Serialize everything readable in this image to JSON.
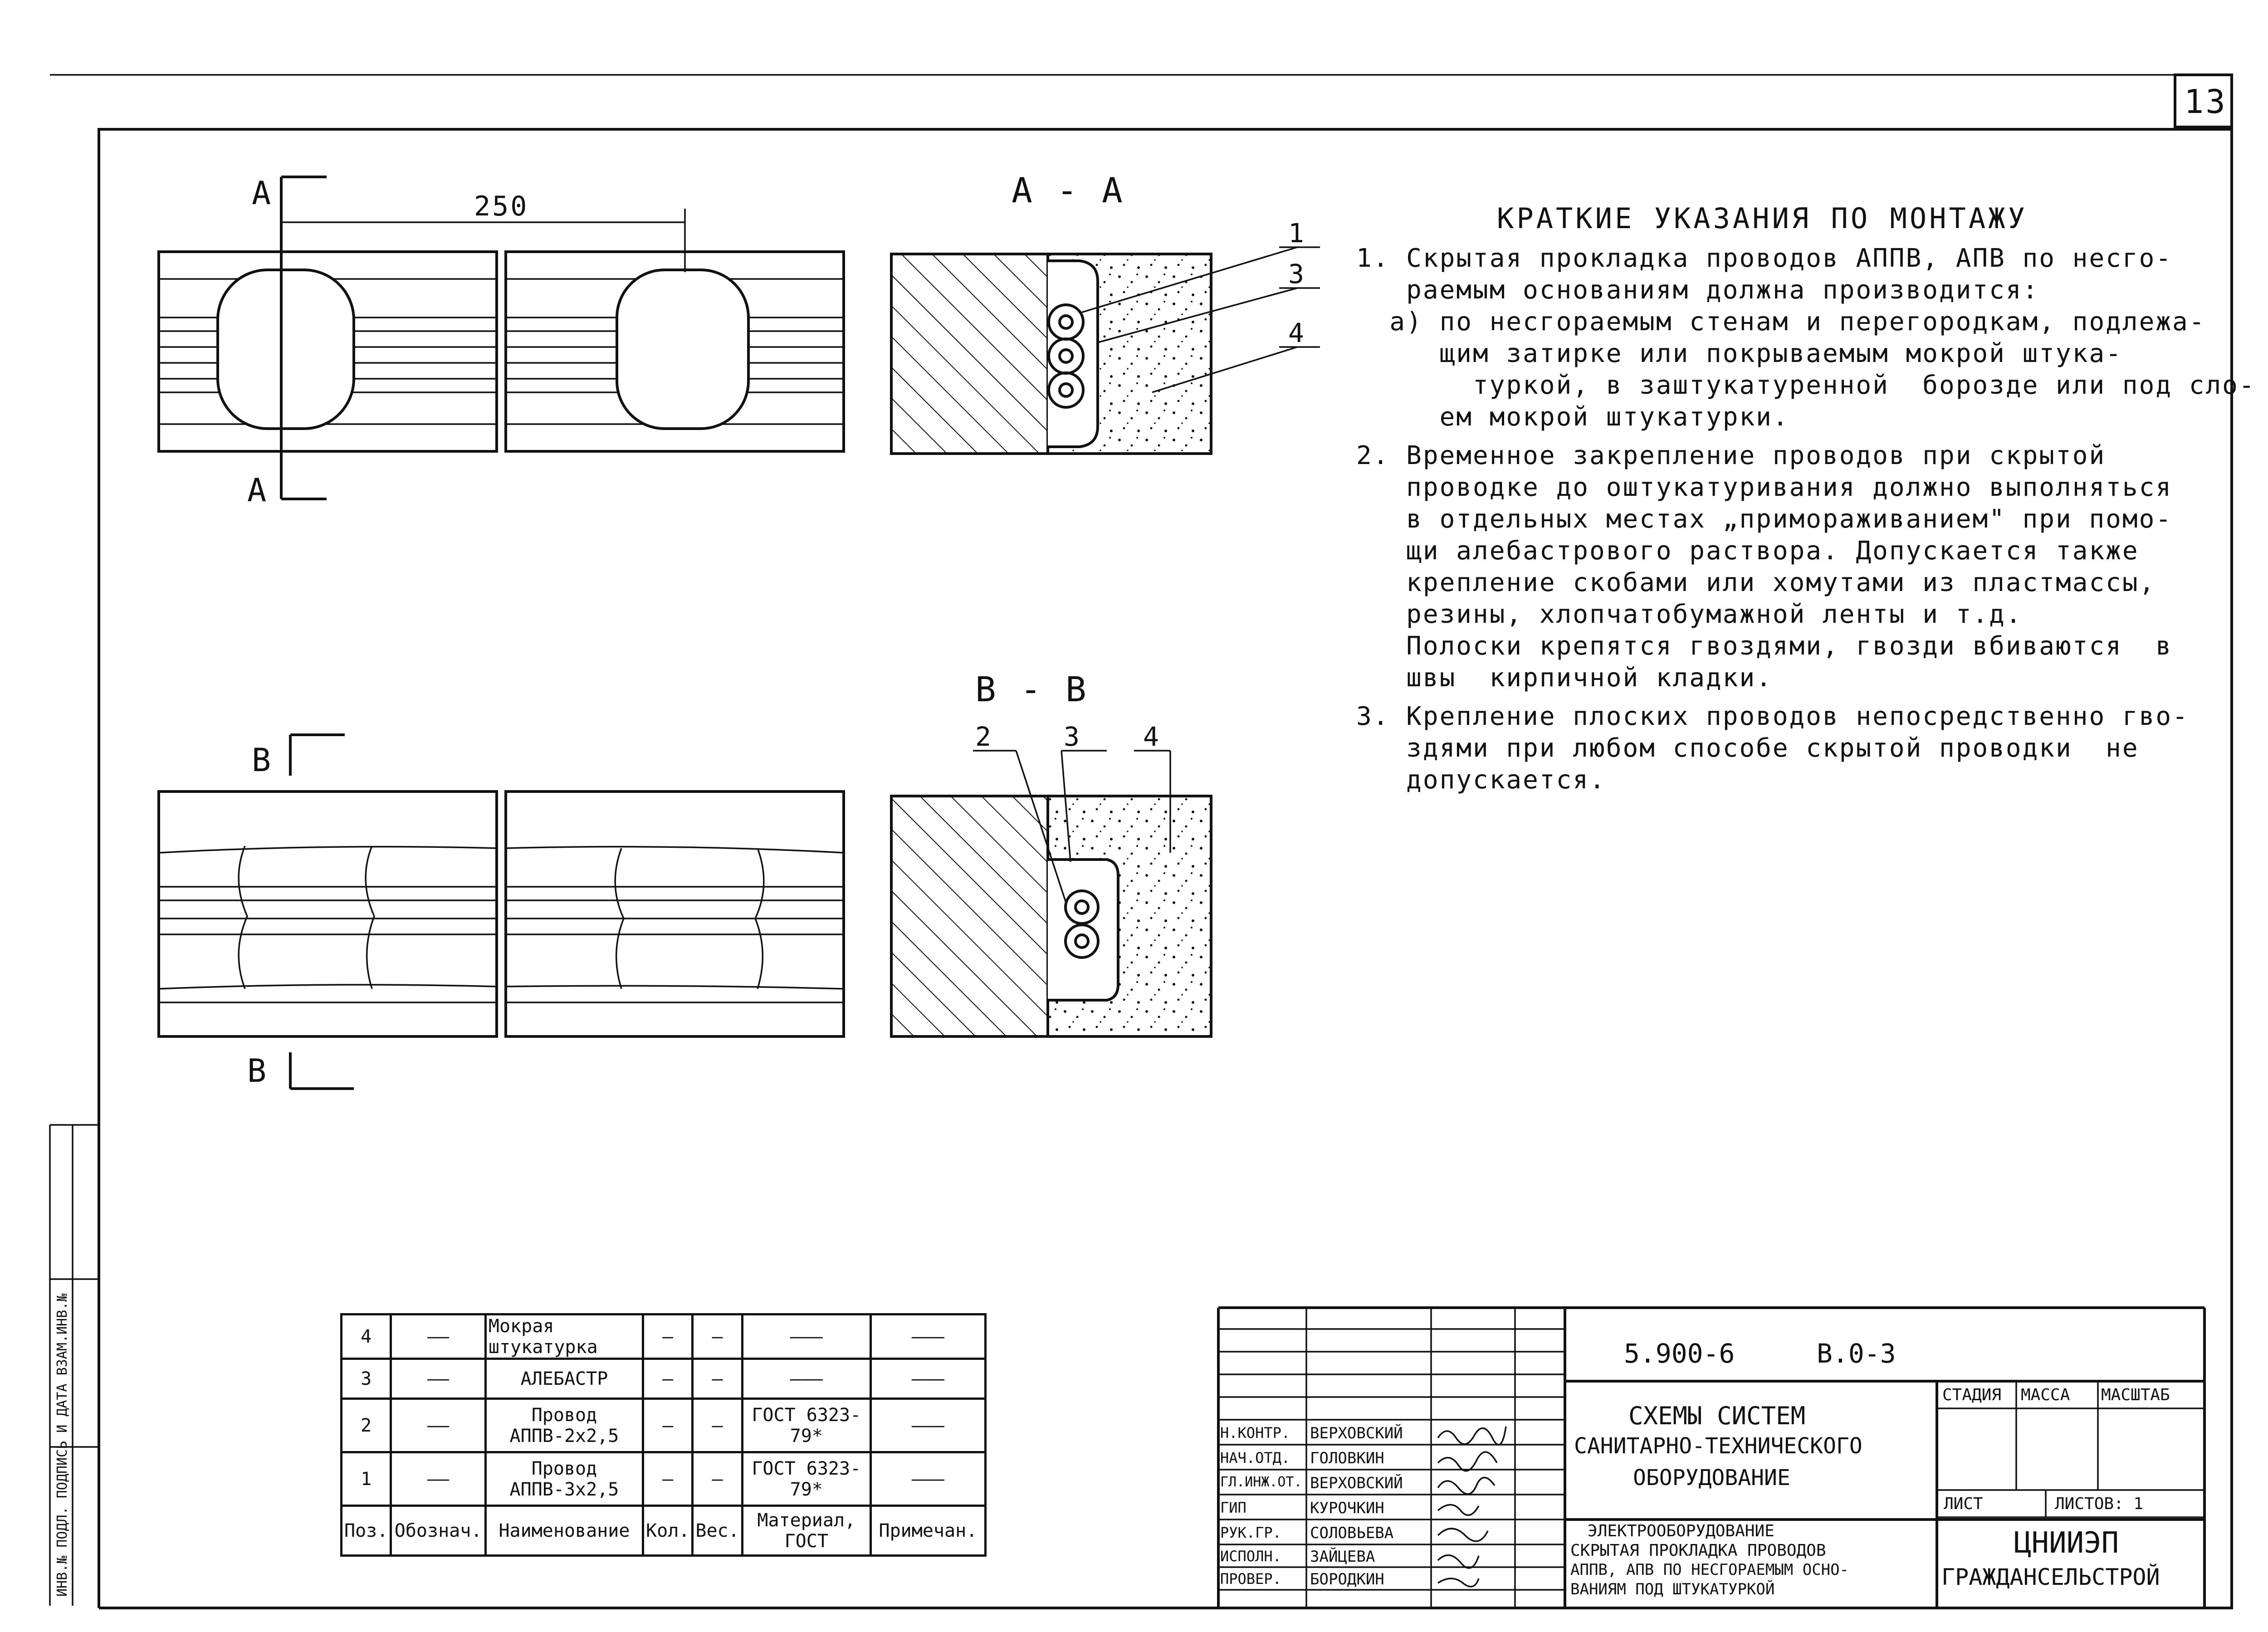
{
  "sheet_number": "13",
  "notes": {
    "title": "КРАТКИЕ УКАЗАНИЯ ПО МОНТАЖУ",
    "items": [
      "1. Скрытая прокладка проводов АППВ, АПВ по несго-\n   раемым основаниям должна производится:\n  а) по несгораемым стенам и перегородкам, подлежа-\n     щим затирке или покрываемым мокрой штука-\n       туркой, в заштукатуренной  борозде или под сло-\n     ем мокрой штукатурки.",
      "2. Временное закрепление проводов при скрытой\n   проводке до оштукатуривания должно выполняться\n   в отдельных местах „примораживанием\" при помо-\n   щи алебастрового раствора. Допускается также\n   крепление скобами или хомутами из пластмассы,\n   резины, хлопчатобумажной ленты и т.д.\n   Полоски крепятся гвоздями, гвозди вбиваются  в\n   швы  кирпичной кладки.",
      "3. Крепление плоских проводов непосредственно гво-\n   здями при любом способе скрытой проводки  не\n   допускается."
    ]
  },
  "drawing": {
    "dimension_250": "250",
    "cut_A": "А",
    "cut_B": "В",
    "section_AA": "А - А",
    "section_BB": "В - В",
    "callouts_AA": [
      "1",
      "3",
      "4"
    ],
    "callouts_BB": [
      "2",
      "3",
      "4"
    ]
  },
  "spec_table": {
    "rows": [
      {
        "pos": "4",
        "designation": "——",
        "name": "Мокрая штукатурка",
        "qty": "—",
        "weight": "—",
        "material": "———",
        "note": "———"
      },
      {
        "pos": "3",
        "designation": "——",
        "name": "АЛЕБАСТР",
        "qty": "—",
        "weight": "—",
        "material": "———",
        "note": "———"
      },
      {
        "pos": "2",
        "designation": "——",
        "name": "Провод АППВ-2x2,5",
        "qty": "—",
        "weight": "—",
        "material": "ГОСТ 6323-79*",
        "note": "———"
      },
      {
        "pos": "1",
        "designation": "——",
        "name": "Провод АППВ-3x2,5",
        "qty": "—",
        "weight": "—",
        "material": "ГОСТ 6323-79*",
        "note": "———"
      }
    ],
    "header": {
      "pos": "Поз.",
      "designation": "Обознач.",
      "name": "Наименование",
      "qty": "Кол.",
      "weight": "Вес.",
      "material": "Материал, ГОСТ",
      "note": "Примечан."
    }
  },
  "title_block": {
    "code": "5.900-6",
    "issue": "В.0-3",
    "title_main": "СХЕМЫ СИСТЕМ САНИТАРНО-ТЕХНИЧЕСКОГО ОБОРУДОВАНИЕ",
    "title_main_lines": [
      "СХЕМЫ СИСТЕМ",
      "САНИТАРНО-ТЕХНИЧЕСКОГО",
      "ОБОРУДОВАНИЕ"
    ],
    "title_sub_lines": [
      "ЭЛЕКТРООБОРУДОВАНИЕ",
      "СКРЫТАЯ ПРОКЛАДКА ПРОВОДОВ",
      "АППВ, АПВ ПО НЕСГОРАЕМЫМ ОСНО-",
      "ВАНИЯМ ПОД ШТУКАТУРКОЙ"
    ],
    "stage_label": "СТАДИЯ",
    "mass_label": "МАССА",
    "scale_label": "МАСШТАБ",
    "sheet_label": "ЛИСТ",
    "sheets_label": "ЛИСТОВ: 1",
    "org_lines": [
      "ЦНИИЭП",
      "ГРАЖДАНСЕЛЬСТРОЙ"
    ],
    "people": [
      {
        "role": "Н.КОНТР.",
        "name": "ВЕРХОВСКИЙ"
      },
      {
        "role": "НАЧ.ОТД.",
        "name": "ГОЛОВКИН"
      },
      {
        "role": "ГЛ.ИНЖ.ОТ.",
        "name": "ВЕРХОВСКИЙ"
      },
      {
        "role": "ГИП",
        "name": "КУРОЧКИН"
      },
      {
        "role": "РУК.ГР.",
        "name": "СОЛОВЬЕВА"
      },
      {
        "role": "ИСПОЛН.",
        "name": "ЗАЙЦЕВА"
      },
      {
        "role": "ПРОВЕР.",
        "name": "БОРОДКИН"
      }
    ]
  },
  "margin_stamp": "ИНВ.№ ПОДЛ.  ПОДПИСЬ И ДАТА  ВЗАМ.ИНВ.№"
}
